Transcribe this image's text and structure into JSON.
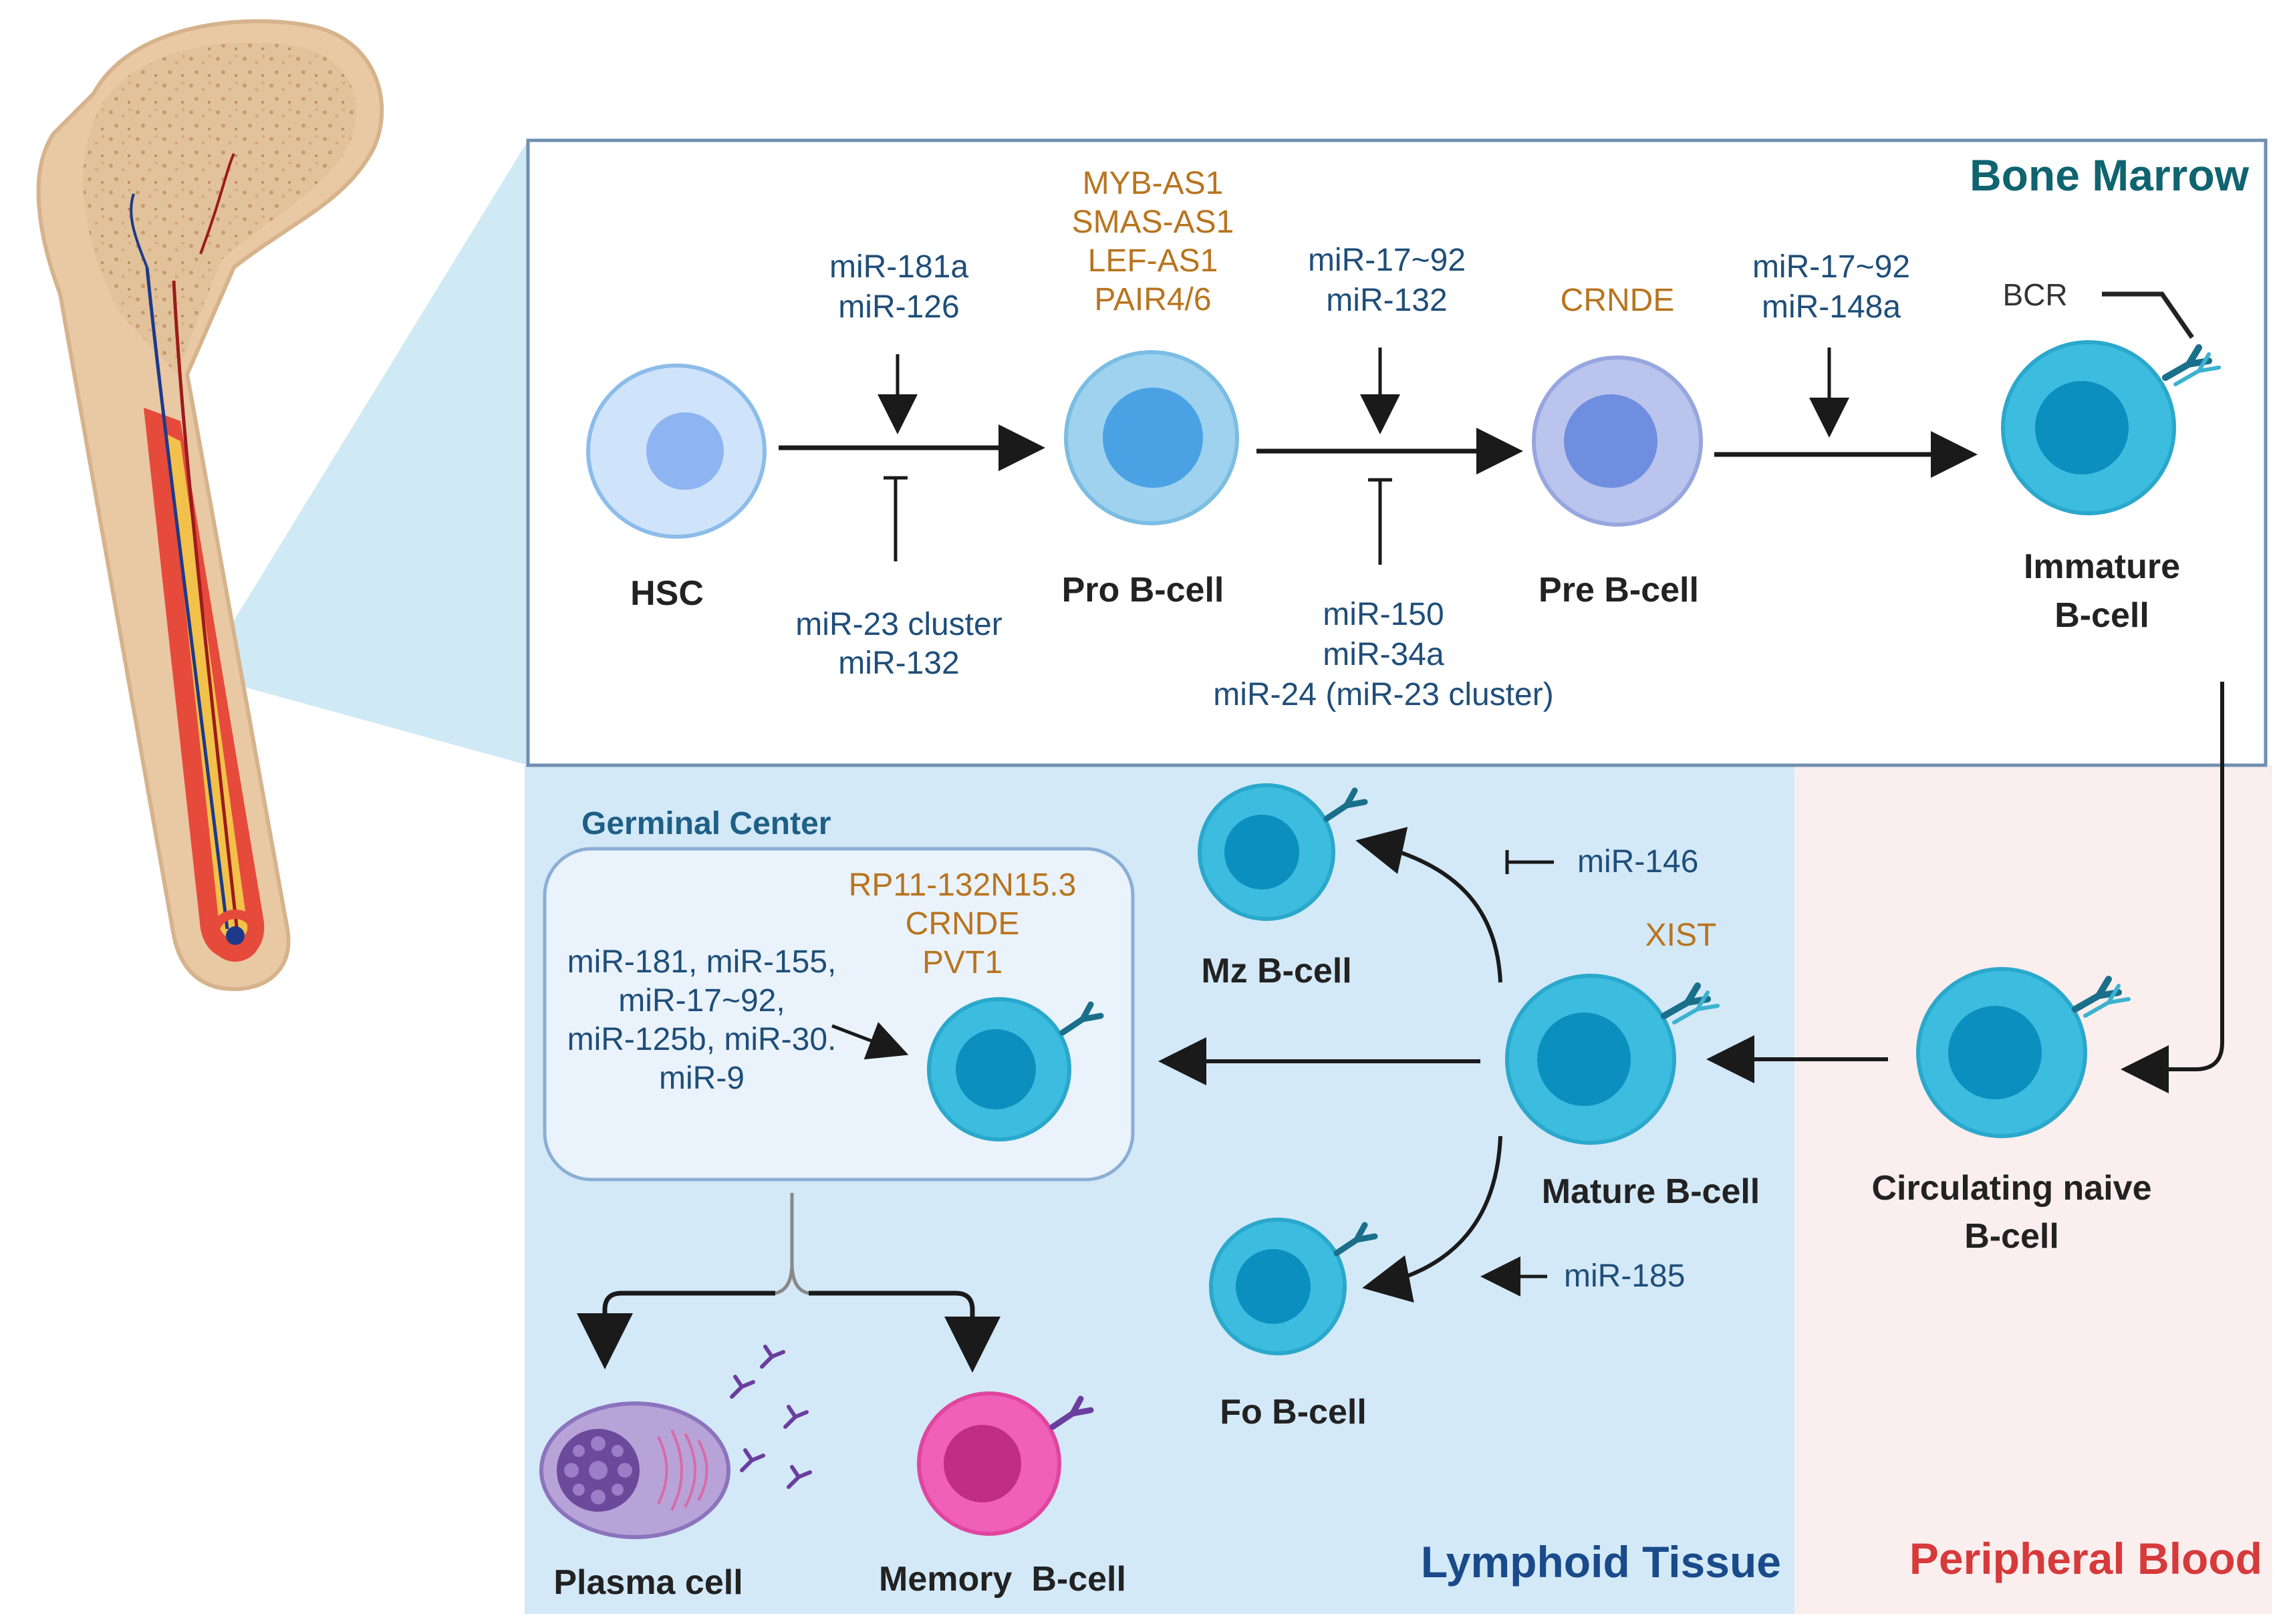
{
  "regions": {
    "bone_marrow": "Bone Marrow",
    "lymphoid_tissue": "Lymphoid Tissue",
    "peripheral_blood": "Peripheral Blood",
    "germinal_center": "Germinal Center"
  },
  "cells": {
    "hsc": "HSC",
    "pro_b": "Pro B-cell",
    "pre_b": "Pre B-cell",
    "immature_b": [
      "Immature",
      "B-cell"
    ],
    "bcr": "BCR",
    "circulating_naive": [
      "Circulating naive",
      "B-cell"
    ],
    "mature_b": "Mature B-cell",
    "mz_b": "Mz B-cell",
    "fo_b": "Fo B-cell",
    "plasma": "Plasma cell",
    "memory": "Memory  B-cell"
  },
  "regulators": {
    "hsc_to_pro_activators": [
      "miR-181a",
      "miR-126"
    ],
    "hsc_to_pro_inhibitors": [
      "miR-23 cluster",
      "miR-132"
    ],
    "pro_lncrnas": [
      "MYB-AS1",
      "SMAS-AS1",
      "LEF-AS1",
      "PAIR4/6"
    ],
    "pro_to_pre_activators": [
      "miR-17~92",
      "miR-132"
    ],
    "pro_to_pre_inhibitors": [
      "miR-150",
      "miR-34a",
      "miR-24 (miR-23 cluster)"
    ],
    "pre_lncrna": "CRNDE",
    "pre_to_immature_activators": [
      "miR-17~92",
      "miR-148a"
    ],
    "mz_inhibitor": "miR-146",
    "mature_lncrna": "XIST",
    "fo_activator": "miR-185",
    "gc_lncrnas": [
      "RP11-132N15.3",
      "CRNDE",
      "PVT1"
    ],
    "gc_mirnas": [
      "miR-181, miR-155,",
      "miR-17~92,",
      "miR-125b, miR-30.",
      "miR-9"
    ]
  },
  "colors": {
    "mirna_text": "#1f4e79",
    "lncrna_text": "#b8741f",
    "bone_marrow_title": "#0f6470",
    "lymphoid_title": "#1a4a8a",
    "peripheral_title": "#d63a3a",
    "lymphoid_bg": "#d3e9f8",
    "peripheral_bg": "#fbeeee"
  }
}
